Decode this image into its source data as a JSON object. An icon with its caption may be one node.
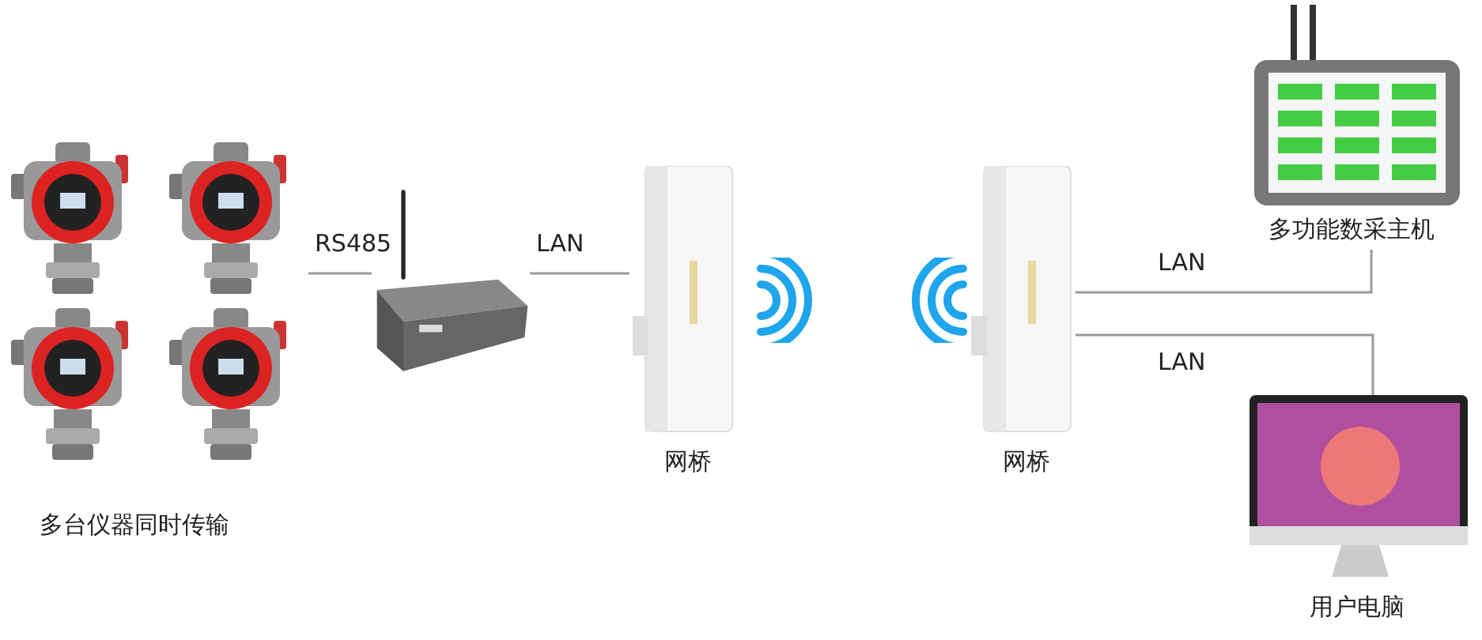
{
  "diagram": {
    "nodes": [
      {
        "text": [],
        "shape": "picture",
        "beside": [
          "多台仪器同时传输"
        ]
      },
      {
        "text": [],
        "shape": "picture"
      },
      {
        "text": [],
        "shape": "picture",
        "beside": [
          "网桥"
        ]
      },
      {
        "text": [],
        "shape": "picture",
        "beside": [
          "网桥"
        ]
      },
      {
        "text": [],
        "shape": "picture",
        "beside": [
          "多功能数采主机"
        ]
      },
      {
        "text": [],
        "shape": "picture",
        "beside": [
          "用户电脑"
        ]
      }
    ],
    "edges": [
      {
        "from": 0,
        "to": 1,
        "arrow": "none",
        "label": "RS485"
      },
      {
        "from": 1,
        "to": 2,
        "arrow": "none",
        "label": "LAN"
      },
      {
        "from": 3,
        "to": 4,
        "arrow": "none",
        "label": "LAN"
      },
      {
        "from": 3,
        "to": 5,
        "arrow": "none",
        "label": "LAN"
      }
    ]
  }
}
